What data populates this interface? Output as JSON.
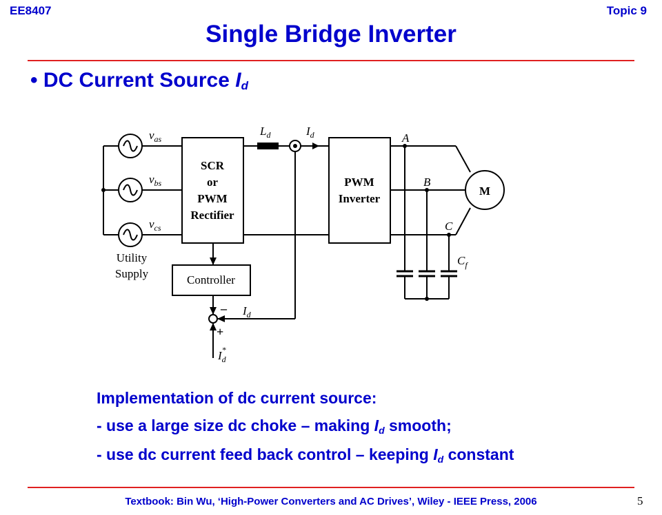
{
  "header": {
    "course": "EE8407",
    "topic": "Topic 9"
  },
  "title": "Single Bridge Inverter",
  "bullet": {
    "mark": "•",
    "text": "DC Current Source ",
    "symbol": "I",
    "subscript": "d"
  },
  "diagram": {
    "sources": {
      "va": "v",
      "va_sub": "as",
      "vb": "v",
      "vb_sub": "bs",
      "vc": "v",
      "vc_sub": "cs",
      "supply_line1": "Utility",
      "supply_line2": "Supply"
    },
    "rectifier": {
      "line1": "SCR",
      "line2": "or",
      "line3": "PWM",
      "line4": "Rectifier"
    },
    "inductor_label": "L",
    "inductor_sub": "d",
    "current_label": "I",
    "current_sub": "d",
    "inverter": {
      "line1": "PWM",
      "line2": "Inverter"
    },
    "phases": {
      "a": "A",
      "b": "B",
      "c": "C"
    },
    "capacitor_label": "C",
    "capacitor_sub": "f",
    "motor": "M",
    "controller": "Controller",
    "feedback_label": "I",
    "feedback_sub": "d",
    "minus": "–",
    "plus": "+",
    "reference_label": "I",
    "reference_sub": "d",
    "reference_sup": "*"
  },
  "implementation": {
    "heading": "Implementation of dc current source:",
    "line1_pre": "- use a large size dc choke – making ",
    "line1_sym": "I",
    "line1_sub": "d",
    "line1_post": " smooth;",
    "line2_pre": "- use dc current feed back control – keeping ",
    "line2_sym": "I",
    "line2_sub": "d",
    "line2_post": " constant"
  },
  "footer": "Textbook: Bin Wu, ‘High-Power Converters and AC Drives’, Wiley - IEEE Press, 2006",
  "page_number": "5",
  "colors": {
    "accent": "#0000cc",
    "rule": "#e02020"
  }
}
